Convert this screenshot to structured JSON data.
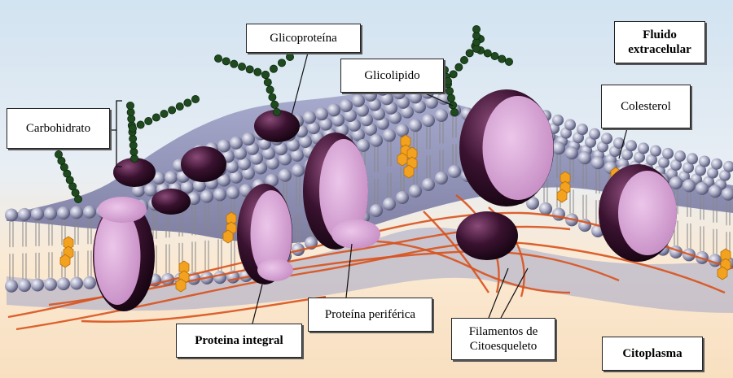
{
  "labels": {
    "carbohidrato": "Carbohidrato",
    "glicoproteina": "Glicoproteína",
    "glicolipido": "Glicolipido",
    "fluido_line1": "Fluido",
    "fluido_line2": "extracelular",
    "colesterol": "Colesterol",
    "proteina_periferica": "Proteína periférica",
    "proteina_integral": "Proteina integral",
    "filamentos_line1": "Filamentos de",
    "filamentos_line2": "Citoesqueleto",
    "citoplasma": "Citoplasma"
  },
  "colors": {
    "background_top": "#cfe0ef",
    "background_bottom": "#fbe8cf",
    "phospholipid_head": "#a9abc4",
    "protein_face": "#d9a9d6",
    "protein_dark": "#2a0d22",
    "glycan_chain": "#1f4a1f",
    "cholesterol": "#f2a21f",
    "cytoskeleton": "#d8521c"
  }
}
